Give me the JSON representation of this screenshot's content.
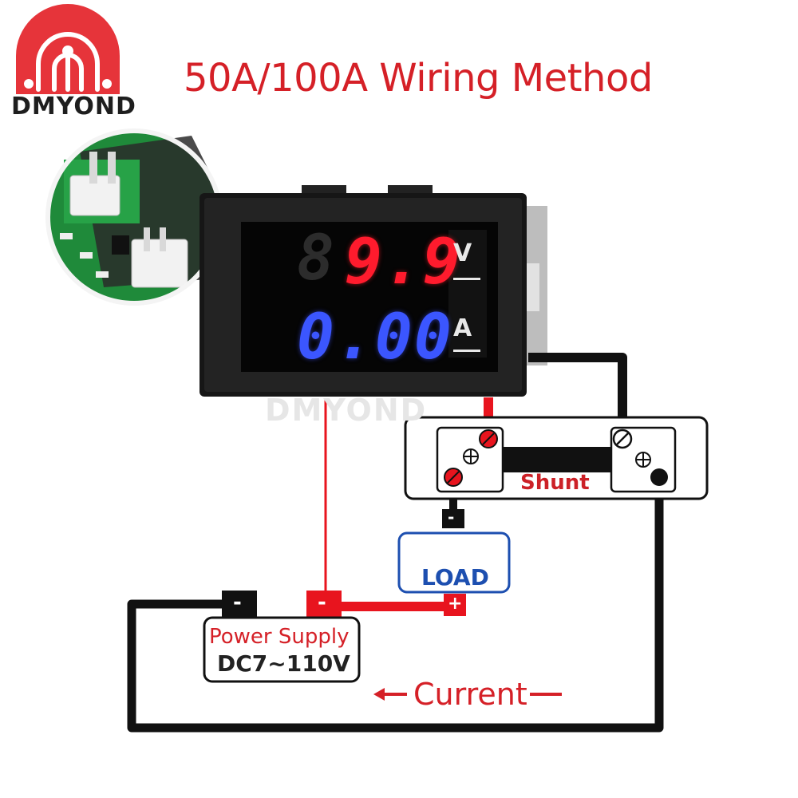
{
  "title": "50A/100A Wiring Method",
  "brand": "DMYOND",
  "watermark": "DMYOND",
  "display": {
    "voltage_reading": "9.9",
    "voltage_unit": "V",
    "current_reading": "0.00",
    "current_unit": "A"
  },
  "shunt": {
    "label": "Shunt"
  },
  "load": {
    "label": "LOAD",
    "minus": "-",
    "plus": "+"
  },
  "power_supply": {
    "line1": "Power Supply",
    "line2": "DC7~110V",
    "minus": "-",
    "plus": "-"
  },
  "current": {
    "label": "Current"
  },
  "colors": {
    "title_red": "#d52027",
    "wire_red": "#e8141e",
    "wire_black": "#111111",
    "load_blue": "#1d4fb0",
    "display_red": "#ff1b2d",
    "display_blue": "#3b56ff",
    "pcb_green": "#1f8a3a",
    "callout_blue": "#1030e0"
  }
}
